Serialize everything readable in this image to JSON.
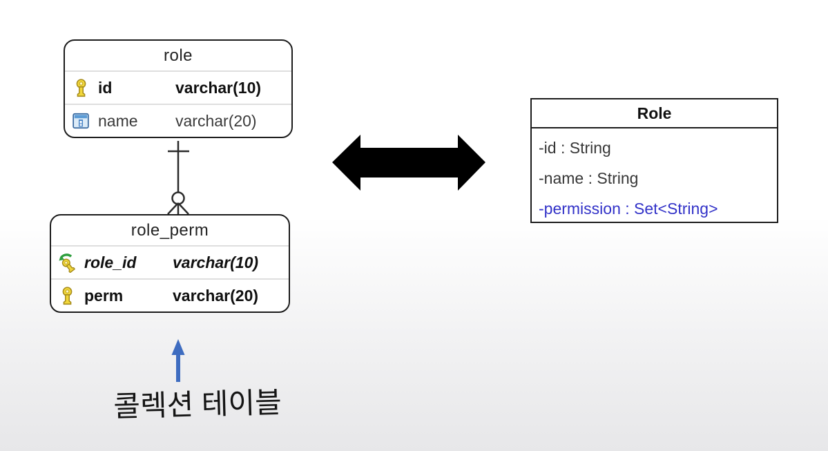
{
  "background": {
    "top_color": "#ffffff",
    "bottom_color": "#e7e7e9"
  },
  "erd": {
    "tables": [
      {
        "name": "role",
        "columns": [
          {
            "icon": "primary-key-icon",
            "key": "primary",
            "name": "id",
            "type": "varchar(10)"
          },
          {
            "icon": "column-icon",
            "key": "none",
            "name": "name",
            "type": "varchar(20)"
          }
        ]
      },
      {
        "name": "role_perm",
        "columns": [
          {
            "icon": "foreign-key-icon",
            "key": "primary-foreign",
            "name": "role_id",
            "type": "varchar(10)"
          },
          {
            "icon": "primary-key-icon",
            "key": "primary",
            "name": "perm",
            "type": "varchar(20)"
          }
        ]
      }
    ],
    "relationship": {
      "from": "role",
      "to": "role_perm",
      "cardinality": "one-to-zero-or-many",
      "notation": "crow-foot"
    }
  },
  "uml": {
    "class_name": "Role",
    "attributes": [
      {
        "text": "-id : String",
        "color": "#373737"
      },
      {
        "text": "-name : String",
        "color": "#373737"
      },
      {
        "text": "-permission : Set<String>",
        "color": "#3232c8"
      }
    ]
  },
  "mapping_arrow": {
    "type": "double-headed",
    "color": "#000000"
  },
  "annotation": {
    "text": "콜렉션 테이블",
    "arrow_color": "#3e6cc0",
    "text_color": "#151515"
  }
}
